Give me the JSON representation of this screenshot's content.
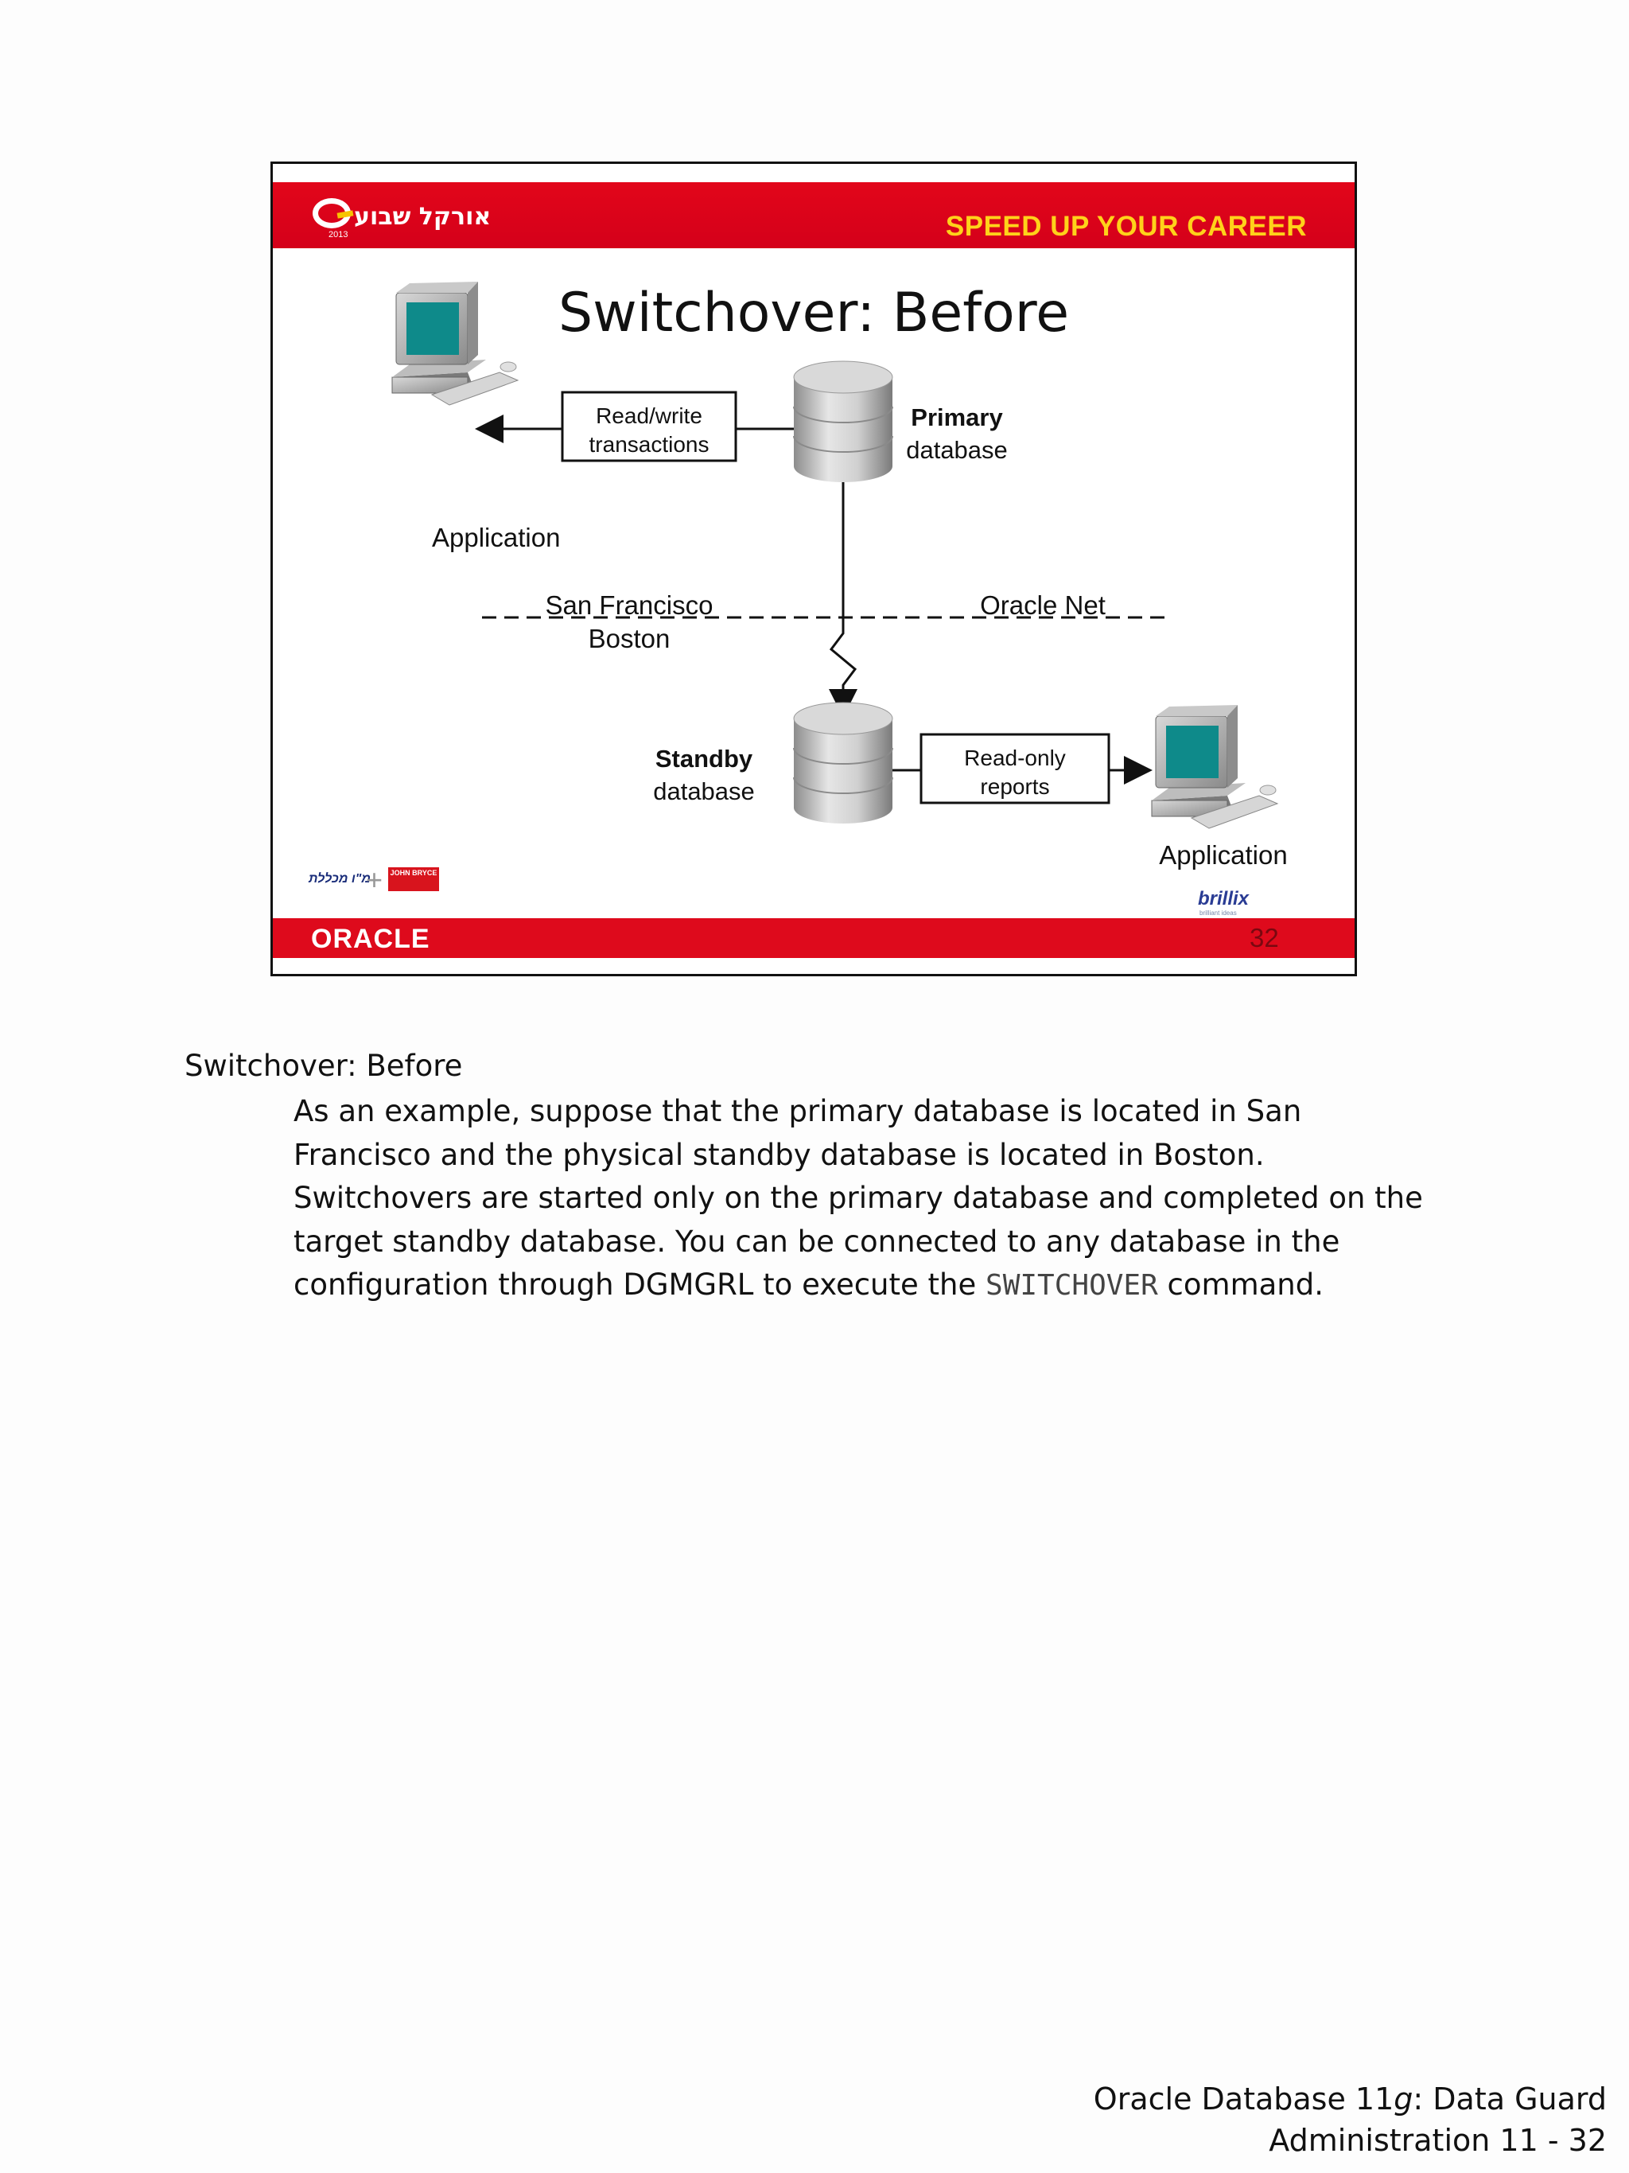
{
  "slide": {
    "header": {
      "logo_text": "אורקל שבוע",
      "logo_year": "2013",
      "tagline": "SPEED UP YOUR CAREER"
    },
    "title": "Switchover: Before",
    "diagram": {
      "primary_bold": "Primary",
      "primary_rest": "database",
      "standby_bold": "Standby",
      "standby_rest": "database",
      "readwrite_line1": "Read/write",
      "readwrite_line2": "transactions",
      "readonly_line1": "Read-only",
      "readonly_line2": "reports",
      "app_top": "Application",
      "app_bottom": "Application",
      "site_top": "San Francisco",
      "site_bottom": "Boston",
      "network": "Oracle Net"
    },
    "footer": {
      "oracle": "ORACLE",
      "page_number": "32",
      "partner_a": "מ\"ו מכללת",
      "partner_b_line1": "JOHN BRYCE",
      "brillix": "brillix",
      "brillix_tag": "brilliant ideas"
    },
    "colors": {
      "band": "#e2061a",
      "tagline": "#ffd21a",
      "monitor_screen": "#0e8a8a"
    }
  },
  "notes": {
    "heading": "Switchover: Before",
    "body_before_code": "As an example, suppose that the primary database is located in San Francisco and the physical standby database is located in Boston. Switchovers are started only on the primary database and completed on the target standby database. You can be connected to any database in the configuration through DGMGRL to execute the ",
    "code": "SWITCHOVER",
    "body_after_code": " command."
  },
  "page_footer": {
    "line1_prefix": "Oracle Database 11",
    "line1_italic": "g",
    "line1_suffix": ": Data Guard",
    "line2": "Administration   11 - 32"
  }
}
